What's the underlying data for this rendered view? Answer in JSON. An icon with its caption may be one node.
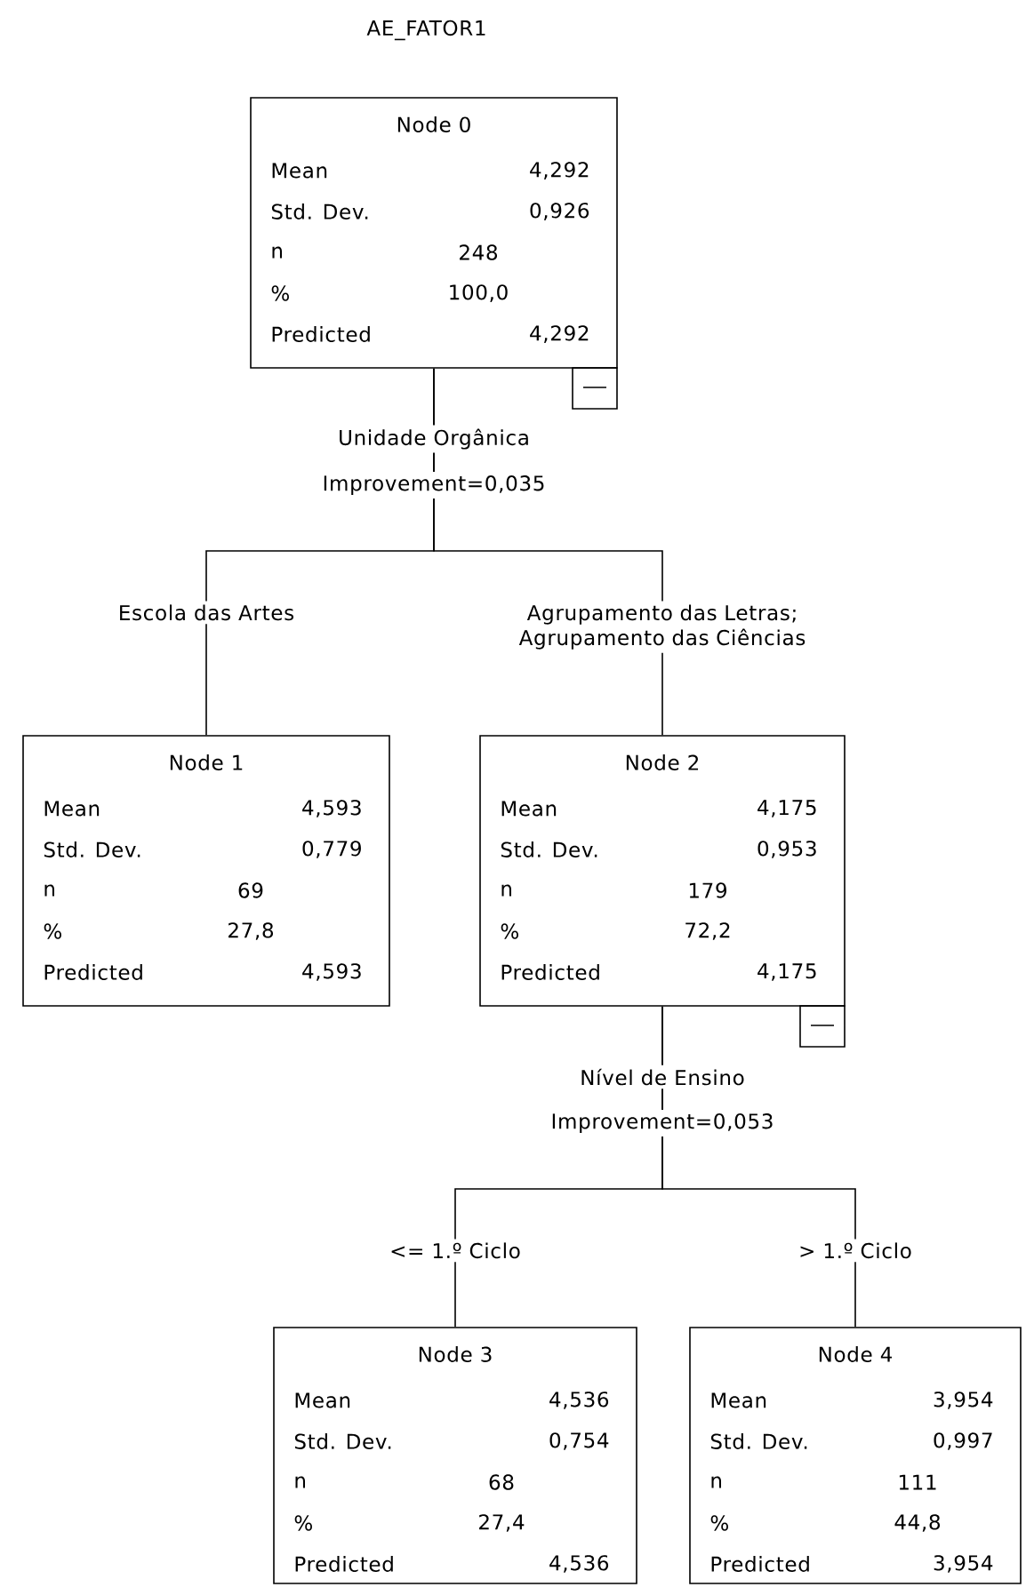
{
  "diagram": {
    "title": "AE_FATOR1",
    "nodes": [
      {
        "text": [
          "Node 0",
          "Mean",
          "4,292",
          "Std. Dev.",
          "0,926",
          "n",
          "248",
          "%",
          "100,0",
          "Predicted",
          "4,292"
        ],
        "beside": [
          "Unidade Orgânica",
          "Improvement=0,035"
        ]
      },
      {
        "text": [
          "Node 1",
          "Mean",
          "4,593",
          "Std. Dev.",
          "0,779",
          "n",
          "69",
          "%",
          "27,8",
          "Predicted",
          "4,593"
        ]
      },
      {
        "text": [
          "Node 2",
          "Mean",
          "4,175",
          "Std. Dev.",
          "0,953",
          "n",
          "179",
          "%",
          "72,2",
          "Predicted",
          "4,175"
        ],
        "beside": [
          "Nível de Ensino",
          "Improvement=0,053"
        ]
      },
      {
        "text": [
          "Node 3",
          "Mean",
          "4,536",
          "Std. Dev.",
          "0,754",
          "n",
          "68",
          "%",
          "27,4",
          "Predicted",
          "4,536"
        ]
      },
      {
        "text": [
          "Node 4",
          "Mean",
          "3,954",
          "Std. Dev.",
          "0,997",
          "n",
          "111",
          "%",
          "44,8",
          "Predicted",
          "3,954"
        ]
      }
    ],
    "edges": [
      {
        "from": 0,
        "to": 1,
        "arrow": "none",
        "label": "Escola das Artes"
      },
      {
        "from": 0,
        "to": 2,
        "arrow": "none",
        "label": "Agrupamento das Letras; Agrupamento das Ciências"
      },
      {
        "from": 2,
        "to": 3,
        "arrow": "none",
        "label": "<= 1.º Ciclo"
      },
      {
        "from": 2,
        "to": 4,
        "arrow": "none",
        "label": "> 1.º Ciclo"
      }
    ]
  }
}
